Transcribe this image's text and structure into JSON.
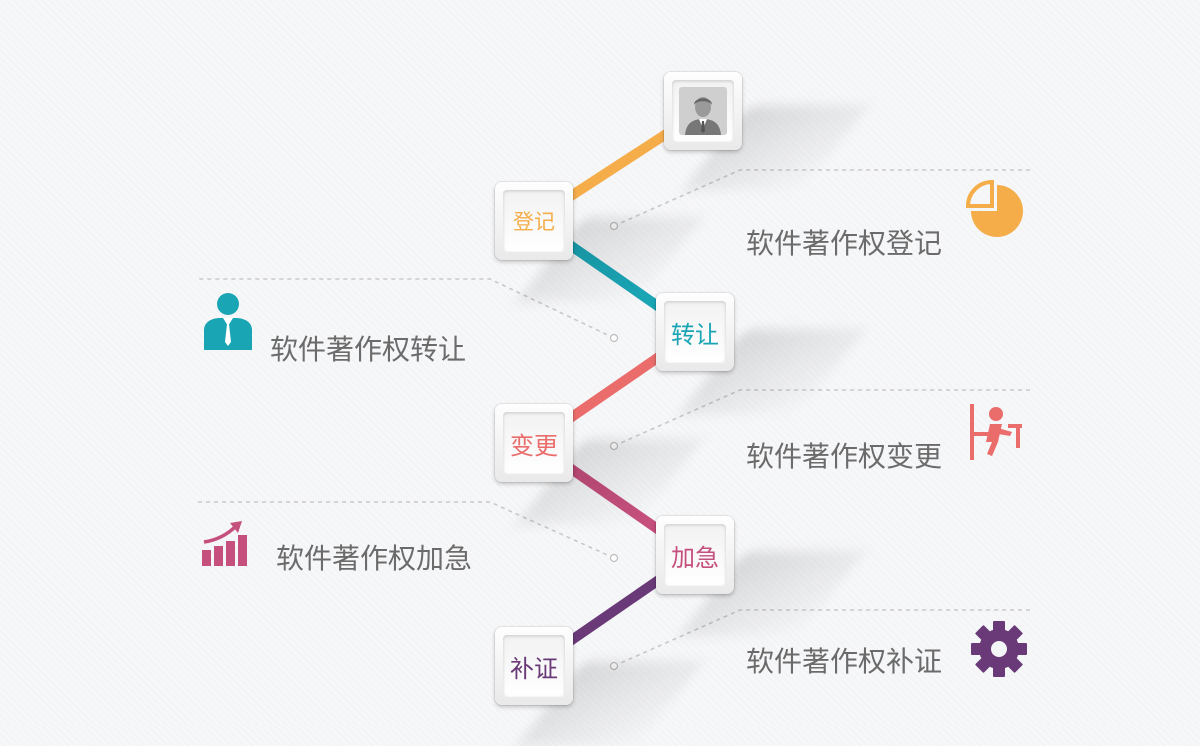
{
  "colors": {
    "orange": "#f5ad4a",
    "teal": "#1aa5b5",
    "coral": "#ea6d6c",
    "pink": "#c54f7d",
    "purple": "#6a3a78",
    "gray_icon": "#8c8c8c"
  },
  "steps": [
    {
      "tile_label": "登记",
      "description": "软件著作权登记",
      "icon": "pie-chart-icon",
      "color": "#f5ad4a"
    },
    {
      "tile_label": "转让",
      "description": "软件著作权转让",
      "icon": "businessman-icon",
      "color": "#1aa5b5"
    },
    {
      "tile_label": "变更",
      "description": "软件著作权变更",
      "icon": "person-at-desk-icon",
      "color": "#ea6d6c"
    },
    {
      "tile_label": "加急",
      "description": "软件著作权加急",
      "icon": "bar-chart-growth-icon",
      "color": "#c54f7d"
    },
    {
      "tile_label": "补证",
      "description": "软件著作权补证",
      "icon": "gear-icon",
      "color": "#6a3a78"
    }
  ],
  "top_node": {
    "icon": "user-avatar-icon"
  }
}
